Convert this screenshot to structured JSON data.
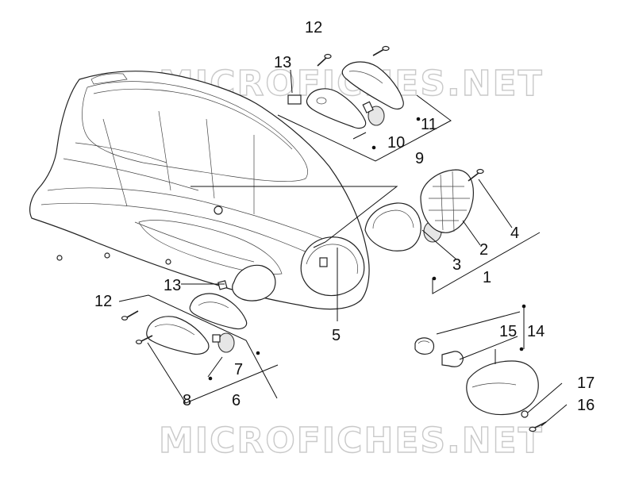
{
  "watermark": {
    "top": "MICROFICHES.NET",
    "bottom": "MICROFICHES.NET"
  },
  "callouts": {
    "c1": "1",
    "c2": "2",
    "c3": "3",
    "c4": "4",
    "c5": "5",
    "c6": "6",
    "c7": "7",
    "c8": "8",
    "c9": "9",
    "c10": "10",
    "c11": "11",
    "c12_top": "12",
    "c12_left": "12",
    "c13_top": "13",
    "c13_left": "13",
    "c14": "14",
    "c15": "15",
    "c16": "16",
    "c17": "17"
  }
}
